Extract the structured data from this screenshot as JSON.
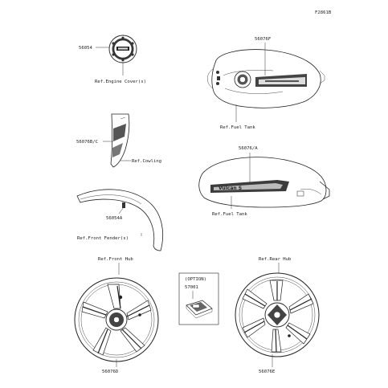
{
  "figure_code": "F2861B",
  "parts": {
    "p56054": "56054",
    "p56076F": "56076F",
    "p56076BC": "56076B/C",
    "p56076A": "56076/A",
    "p56054A": "56054A",
    "p57001": "57001",
    "p56076D": "56076D",
    "p56076E": "56076E"
  },
  "refs": {
    "engine_cover": "Ref.Engine Cover(s)",
    "fuel_tank_1": "Ref.Fuel Tank",
    "cowling": "Ref.Cowling",
    "fuel_tank_2": "Ref.Fuel Tank",
    "front_fender": "Ref.Front Fender(s)",
    "front_hub": "Ref.Front Hub",
    "rear_hub": "Ref.Rear Hub"
  },
  "option_label": "(OPTION)",
  "decal_text": "Vulcan S"
}
